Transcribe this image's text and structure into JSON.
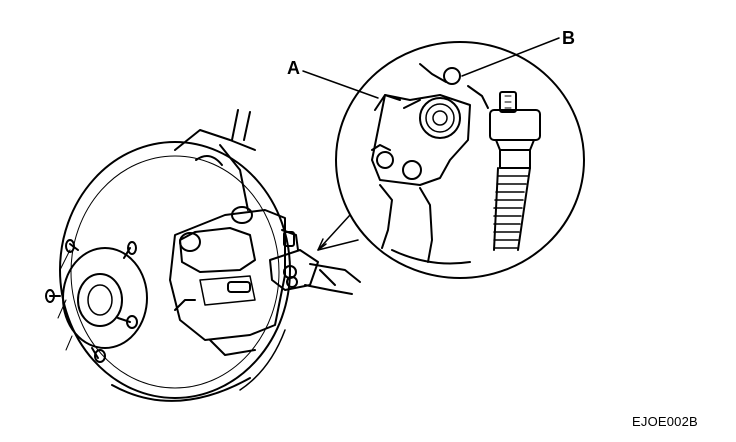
{
  "callouts": {
    "a": "A",
    "b": "B"
  },
  "figure_code": "EJOE002B",
  "colors": {
    "ink": "#000000",
    "paper": "#ffffff"
  }
}
